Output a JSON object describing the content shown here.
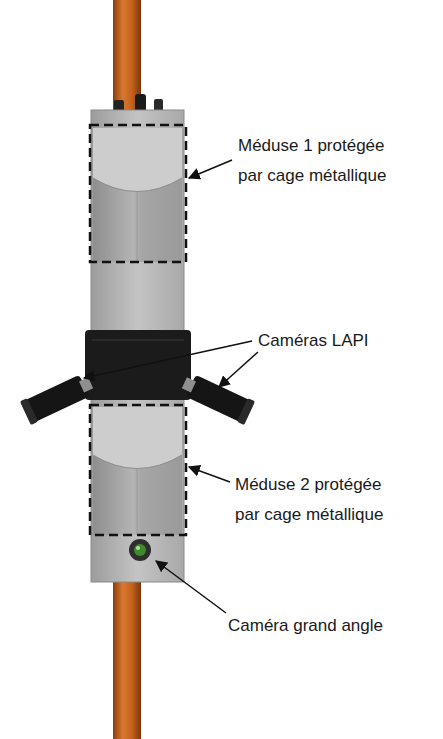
{
  "diagram": {
    "labels": [
      "Méduse 1 protégée par cage métallique",
      "Caméras LAPI",
      "Méduse 2 protégée par cage métallique",
      "Caméra grand angle"
    ]
  }
}
